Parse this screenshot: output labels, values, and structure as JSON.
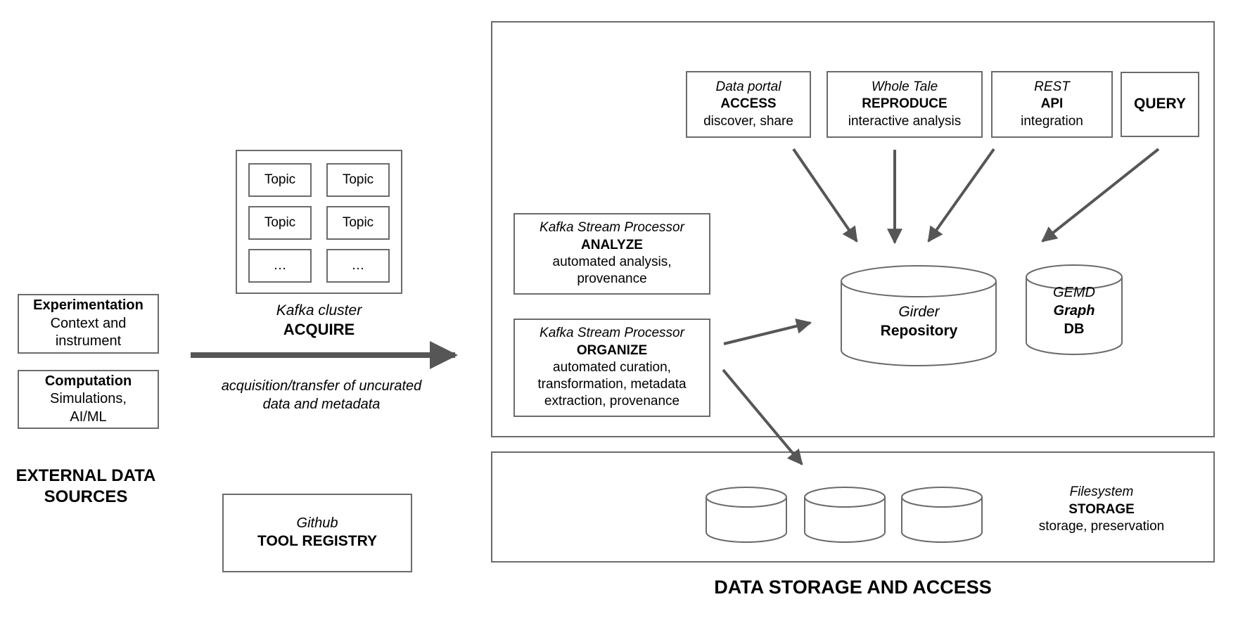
{
  "external_sources": {
    "label_line1": "EXTERNAL DATA",
    "label_line2": "SOURCES",
    "experimentation": {
      "title": "Experimentation",
      "desc_line1": "Context  and",
      "desc_line2": "instrument"
    },
    "computation": {
      "title": "Computation",
      "desc_line1": "Simulations,",
      "desc_line2": "AI/ML"
    }
  },
  "kafka_cluster": {
    "name": "Kafka cluster",
    "action": "ACQUIRE",
    "topics": [
      "Topic",
      "Topic",
      "Topic",
      "Topic",
      "…",
      "…"
    ]
  },
  "transfer": {
    "caption_line1": "acquisition/transfer of uncurated",
    "caption_line2": "data and metadata"
  },
  "tool_registry": {
    "name": "Github",
    "action": "TOOL REGISTRY"
  },
  "storage_and_access": {
    "title": "DATA STORAGE AND ACCESS",
    "access_boxes": [
      {
        "name": "Data portal",
        "action": "ACCESS",
        "desc": "discover, share"
      },
      {
        "name": "Whole Tale",
        "action": "REPRODUCE",
        "desc": "interactive analysis"
      },
      {
        "name": "REST",
        "action": "API",
        "desc": "integration"
      }
    ],
    "query_box": {
      "action": "QUERY"
    },
    "analyze": {
      "name": "Kafka Stream Processor",
      "action": "ANALYZE",
      "desc_line1": "automated analysis,",
      "desc_line2": "provenance"
    },
    "organize": {
      "name": "Kafka Stream Processor",
      "action": "ORGANIZE",
      "desc_line1": "automated curation,",
      "desc_line2": "transformation, metadata",
      "desc_line3": "extraction, provenance"
    },
    "repository": {
      "name": "Girder",
      "type": "Repository"
    },
    "graph_db": {
      "name": "GEMD",
      "kind": "Graph",
      "db": "DB"
    },
    "filesystem": {
      "name": "Filesystem",
      "action": "STORAGE",
      "desc": "storage, preservation"
    }
  },
  "colors": {
    "border": "#6b6b6b",
    "arrow": "#565656",
    "text": "#000000",
    "background": "#ffffff"
  }
}
